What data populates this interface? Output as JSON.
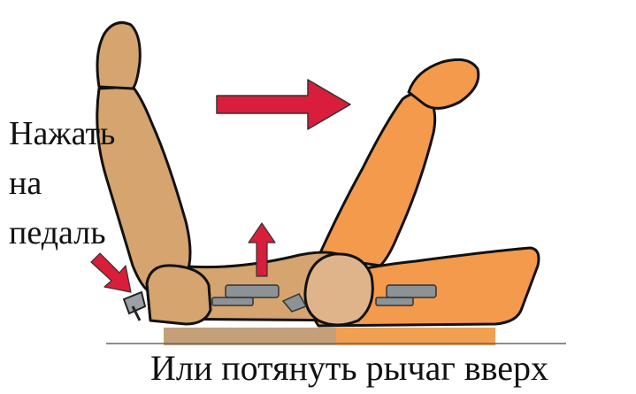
{
  "labels": {
    "pedal_line1": "Нажать",
    "pedal_line2": "на",
    "pedal_line3": "педаль",
    "lever": "Или потянуть рычаг вверх"
  },
  "colors": {
    "seat_back_position": "#d6a46e",
    "seat_forward_position": "#f49a4c",
    "seat_cushion_front": "#e0b48a",
    "floor_rear": "#c4a07a",
    "floor_front": "#f0a050",
    "lever": "#8c9396",
    "arrow": "#d81e3a",
    "outline": "#111111"
  },
  "icons": {
    "move_arrow": "arrow-right-icon",
    "lift_arrow": "arrow-up-icon",
    "push_arrow": "arrow-down-right-icon"
  }
}
